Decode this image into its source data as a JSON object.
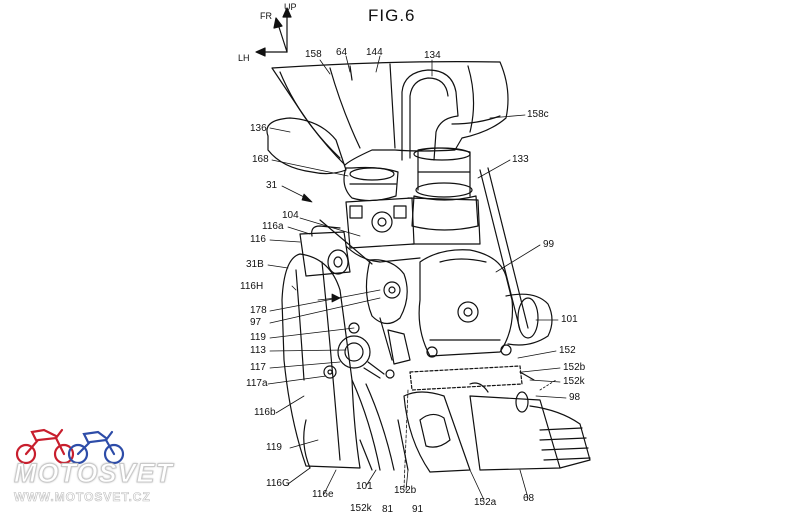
{
  "figure": {
    "title": "FIG.6"
  },
  "axes": {
    "fr": "FR",
    "up": "UP",
    "lh": "LH"
  },
  "labels": {
    "l158": "158",
    "l64": "64",
    "l144": "144",
    "l134": "134",
    "l158c": "158c",
    "l136": "136",
    "l168": "168",
    "l133": "133",
    "l31": "31",
    "l104": "104",
    "l116a": "116a",
    "l116": "116",
    "l99": "99",
    "l31B": "31B",
    "l116H": "116H",
    "l178": "178",
    "l97": "97",
    "l101r": "101",
    "l119a": "119",
    "l113": "113",
    "l152": "152",
    "l117": "117",
    "l152b_r": "152b",
    "l117a": "117a",
    "l152k_r": "152k",
    "l98": "98",
    "l116b": "116b",
    "l119b": "119",
    "l116G": "116G",
    "l116e": "116e",
    "l101b": "101",
    "l152b_b": "152b",
    "l152a": "152a",
    "l68": "68",
    "l152k_b": "152k",
    "l81": "81",
    "l91": "91"
  },
  "watermark": {
    "brand": "MOTOSVET",
    "url": "WWW.MOTOSVET.CZ"
  },
  "colors": {
    "ink": "#111111",
    "watermark_red": "#c81e2d",
    "watermark_blue": "#2d4ca8"
  }
}
